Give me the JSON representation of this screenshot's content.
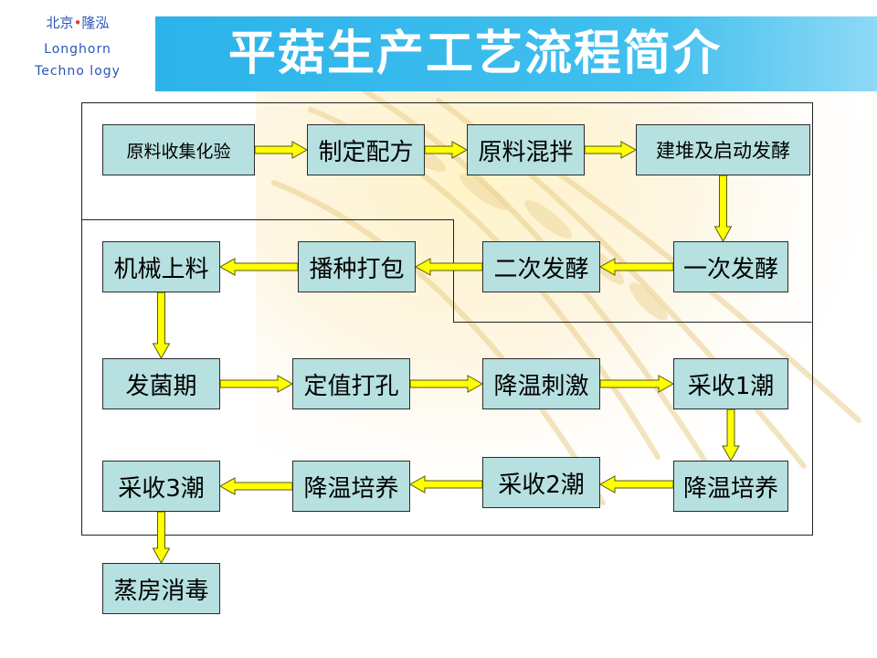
{
  "logo": {
    "line1_a": "北京",
    "line1_dot": "•",
    "line1_b": "隆泓",
    "line2": "Longhorn",
    "line3": "Techno logy"
  },
  "title": "平菇生产工艺流程简介",
  "colors": {
    "title_bar": "#2cb3ea",
    "node_fill": "#b7e0e0",
    "arrow_fill": "#ffff00",
    "arrow_stroke": "#5a5a00"
  },
  "steps": [
    {
      "id": "s1",
      "label": "原料收集化验"
    },
    {
      "id": "s2",
      "label": "制定配方"
    },
    {
      "id": "s3",
      "label": "原料混拌"
    },
    {
      "id": "s4",
      "label": "建堆及启动发酵"
    },
    {
      "id": "s5",
      "label": "一次发酵"
    },
    {
      "id": "s6",
      "label": "二次发酵"
    },
    {
      "id": "s7",
      "label": "播种打包"
    },
    {
      "id": "s8",
      "label": "机械上料"
    },
    {
      "id": "s9",
      "label": "发菌期"
    },
    {
      "id": "s10",
      "label": "定值打孔"
    },
    {
      "id": "s11",
      "label": "降温刺激"
    },
    {
      "id": "s12",
      "label": "采收1潮"
    },
    {
      "id": "s13",
      "label": "降温培养"
    },
    {
      "id": "s14",
      "label": "采收2潮"
    },
    {
      "id": "s15",
      "label": "降温培养"
    },
    {
      "id": "s16",
      "label": "采收3潮"
    },
    {
      "id": "s17",
      "label": "蒸房消毒"
    }
  ],
  "edges": [
    [
      "s1",
      "s2"
    ],
    [
      "s2",
      "s3"
    ],
    [
      "s3",
      "s4"
    ],
    [
      "s4",
      "s5"
    ],
    [
      "s5",
      "s6"
    ],
    [
      "s6",
      "s7"
    ],
    [
      "s7",
      "s8"
    ],
    [
      "s8",
      "s9"
    ],
    [
      "s9",
      "s10"
    ],
    [
      "s10",
      "s11"
    ],
    [
      "s11",
      "s12"
    ],
    [
      "s12",
      "s13"
    ],
    [
      "s13",
      "s14"
    ],
    [
      "s14",
      "s15"
    ],
    [
      "s15",
      "s16"
    ],
    [
      "s16",
      "s17"
    ]
  ]
}
